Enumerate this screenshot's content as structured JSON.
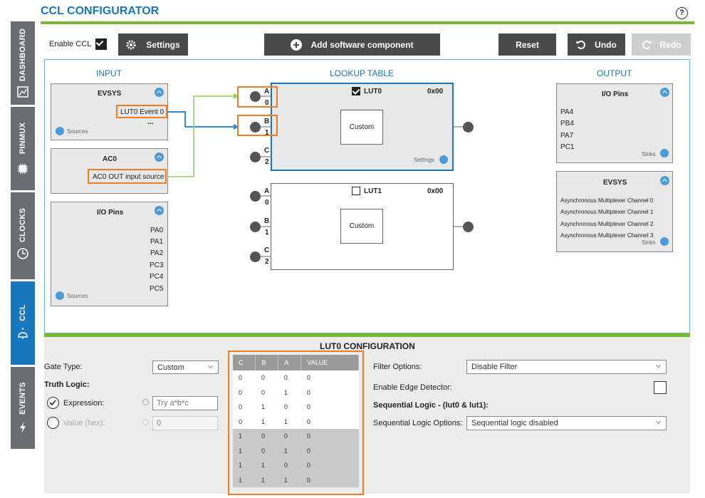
{
  "header": {
    "title": "CCL CONFIGURATOR",
    "help": "?"
  },
  "sidebar": [
    {
      "label": "DASHBOARD",
      "icon": "dashboard-icon"
    },
    {
      "label": "PINMUX",
      "icon": "chip-icon"
    },
    {
      "label": "CLOCKS",
      "icon": "clock-icon"
    },
    {
      "label": "CCL",
      "icon": "logic-gate-icon",
      "active": true
    },
    {
      "label": "EVENTS",
      "icon": "lightning-icon"
    }
  ],
  "toolbar": {
    "enable_label": "Enable CCL",
    "settings": "Settings",
    "add": "Add software component",
    "reset": "Reset",
    "undo": "Undo",
    "redo": "Redo"
  },
  "sections": {
    "input": "INPUT",
    "lookup": "LOOKUP TABLE",
    "output": "OUTPUT"
  },
  "input": {
    "evsys": {
      "title": "EVSYS",
      "item": "LUT0 Event 0",
      "more": "...",
      "footer": "Sources"
    },
    "ac0": {
      "title": "AC0",
      "item": "AC0 OUT input source"
    },
    "io": {
      "title": "I/O Pins",
      "pins": [
        "PA0",
        "PA1",
        "PA2",
        "PC3",
        "PC4",
        "PC5"
      ],
      "footer": "Sources"
    }
  },
  "luts": [
    {
      "name": "LUT0",
      "value": "0x00",
      "checked": true,
      "custom": "Custom",
      "settings": "Settings",
      "inputs": [
        "A",
        "0",
        "B",
        "1",
        "C",
        "2"
      ]
    },
    {
      "name": "LUT1",
      "value": "0x00",
      "checked": false,
      "custom": "Custom",
      "inputs": [
        "A",
        "0",
        "B",
        "1",
        "C",
        "2"
      ]
    }
  ],
  "output": {
    "io": {
      "title": "I/O Pins",
      "pins": [
        "PA4",
        "PB4",
        "PA7",
        "PC1"
      ],
      "footer": "Sinks"
    },
    "evsys": {
      "title": "EVSYS",
      "channels": [
        "Asynchronous Multiplexer Channel 0",
        "Asynchronous Multiplexer Channel 1",
        "Asynchronous Multiplexer Channel 2",
        "Asynchronous Multiplexer Channel 3"
      ],
      "footer": "Sinks"
    }
  },
  "config": {
    "title": "LUT0 CONFIGURATION",
    "gate_type_label": "Gate Type:",
    "gate_type_value": "Custom",
    "truth_logic": "Truth Logic:",
    "expression_label": "Expression:",
    "expression_placeholder": "Try a*b*c",
    "value_label": "Value (hex):",
    "value_placeholder": "0",
    "table_headers": [
      "C",
      "B",
      "A",
      "VALUE"
    ],
    "table_rows": [
      [
        "0",
        "0",
        "0",
        "0"
      ],
      [
        "0",
        "0",
        "1",
        "0"
      ],
      [
        "0",
        "1",
        "0",
        "0"
      ],
      [
        "0",
        "1",
        "1",
        "0"
      ],
      [
        "1",
        "0",
        "0",
        "0"
      ],
      [
        "1",
        "0",
        "1",
        "0"
      ],
      [
        "1",
        "1",
        "0",
        "0"
      ],
      [
        "1",
        "1",
        "1",
        "0"
      ]
    ],
    "filter_label": "Filter Options:",
    "filter_value": "Disable Filter",
    "edge_label": "Enable Edge Detector:",
    "seq_title": "Sequential Logic - (lut0 & lut1):",
    "seq_label": "Sequential Logic Options:",
    "seq_value": "Sequential logic disabled"
  },
  "colors": {
    "accent": "#1a75bb",
    "green": "#7cb930",
    "highlight": "#f07d1f",
    "sidebar": "#6b6e70"
  }
}
